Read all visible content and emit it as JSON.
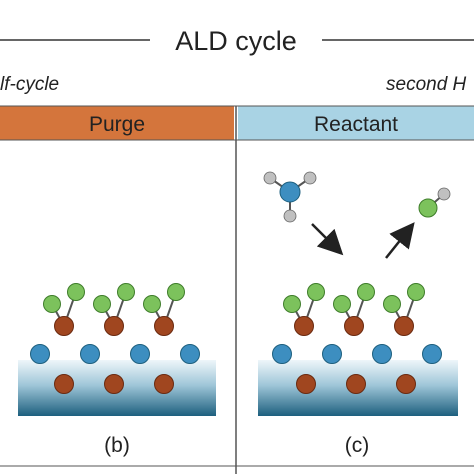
{
  "title": "ALD cycle",
  "half_cycle_labels": {
    "left": "lf-cycle",
    "right": "second H"
  },
  "panels": [
    {
      "header": "Purge",
      "caption": "(b)"
    },
    {
      "header": "Reactant",
      "caption": "(c)"
    }
  ],
  "colors": {
    "purge_header": "#d4753c",
    "reactant_header": "#a9d3e4",
    "substrate_light": "#eef6fa",
    "substrate_dark": "#1d5f7e",
    "green_atom": "#7cc25c",
    "brown_atom": "#a0461f",
    "blue_atom": "#3d8ec0",
    "gray_atom": "#c0c0c0",
    "frame": "#555555"
  },
  "icons": [
    "ligand-atom",
    "metal-atom",
    "surface-atom",
    "hydrogen-atom",
    "arrow"
  ]
}
